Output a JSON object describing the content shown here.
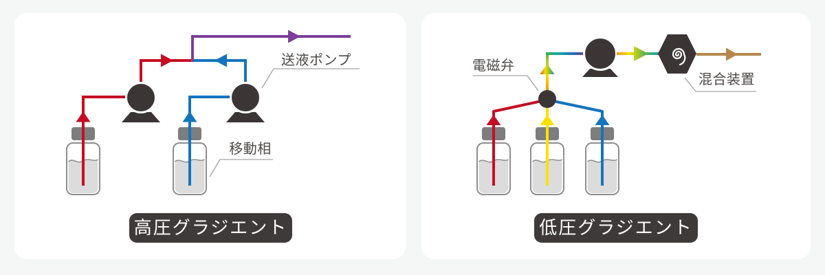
{
  "page": {
    "background": "#f5f6f6",
    "description_visible_text_only": true
  },
  "colors": {
    "panel": "#ffffff",
    "dark_icon": "#3b3536",
    "badge_bg": "#3e3a39",
    "badge_text": "#ffffff",
    "label_text": "#4d4948",
    "leader": "#a3a3a3",
    "red": "#c50e23",
    "blue": "#1474bd",
    "purple": "#7d3e97",
    "yellow": "#ffdf00",
    "orange": "#f09300",
    "green": "#3fae49",
    "teal": "#11a3b0",
    "brown": "#b5874e",
    "cap_gray": "#7d7d7e",
    "bottle_outline": "#8e8e8f",
    "liquid": "#dcdcdc"
  },
  "left_panel": {
    "badge": "高圧グラジエント",
    "labels": {
      "pump": "送液ポンプ",
      "mobile_phase": "移動相"
    },
    "flows": [
      {
        "name": "mobile-phase-a",
        "color": "red"
      },
      {
        "name": "mobile-phase-b",
        "color": "blue"
      },
      {
        "name": "mixed-output",
        "color": "purple"
      }
    ],
    "icons": [
      "bottle-icon",
      "bottle-icon",
      "pump-icon",
      "pump-icon"
    ]
  },
  "right_panel": {
    "badge": "低圧グラジエント",
    "labels": {
      "valve": "電磁弁",
      "mixer": "混合装置"
    },
    "flows": [
      {
        "name": "mobile-phase-a",
        "color": "red"
      },
      {
        "name": "mobile-phase-b",
        "color": "yellow"
      },
      {
        "name": "mobile-phase-c",
        "color": "blue"
      },
      {
        "name": "gradient-mix",
        "color": "rainbow"
      },
      {
        "name": "mixed-output",
        "color": "brown"
      }
    ],
    "icons": [
      "bottle-icon",
      "bottle-icon",
      "bottle-icon",
      "solenoid-valve-icon",
      "pump-icon",
      "mixer-icon"
    ]
  }
}
